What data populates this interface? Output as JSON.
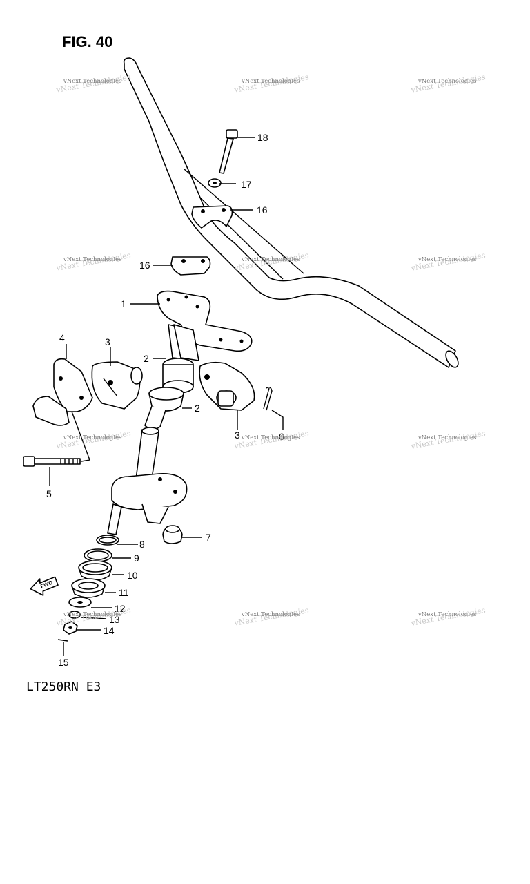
{
  "figure": {
    "title": "FIG. 40",
    "model_code": "LT250RN E3"
  },
  "callouts": [
    {
      "id": "c18a",
      "label": "18"
    },
    {
      "id": "c17",
      "label": "17"
    },
    {
      "id": "c16a",
      "label": "16"
    },
    {
      "id": "c16b",
      "label": "16"
    },
    {
      "id": "c1",
      "label": "1"
    },
    {
      "id": "c4",
      "label": "4"
    },
    {
      "id": "c3a",
      "label": "3"
    },
    {
      "id": "c2a",
      "label": "2"
    },
    {
      "id": "c2b",
      "label": "2"
    },
    {
      "id": "c3b",
      "label": "3"
    },
    {
      "id": "c6",
      "label": "6"
    },
    {
      "id": "c5",
      "label": "5"
    },
    {
      "id": "c7",
      "label": "7"
    },
    {
      "id": "c8",
      "label": "8"
    },
    {
      "id": "c9",
      "label": "9"
    },
    {
      "id": "c10",
      "label": "10"
    },
    {
      "id": "c11",
      "label": "11"
    },
    {
      "id": "c12",
      "label": "12"
    },
    {
      "id": "c13",
      "label": "13"
    },
    {
      "id": "c14",
      "label": "14"
    },
    {
      "id": "c15",
      "label": "15"
    }
  ],
  "fwd_arrow_label": "FWD",
  "watermark": {
    "line1": "vNext Technologies",
    "line2": "vNext Technologies"
  },
  "colors": {
    "line": "#000000",
    "background": "#ffffff",
    "watermark": "#777777"
  }
}
